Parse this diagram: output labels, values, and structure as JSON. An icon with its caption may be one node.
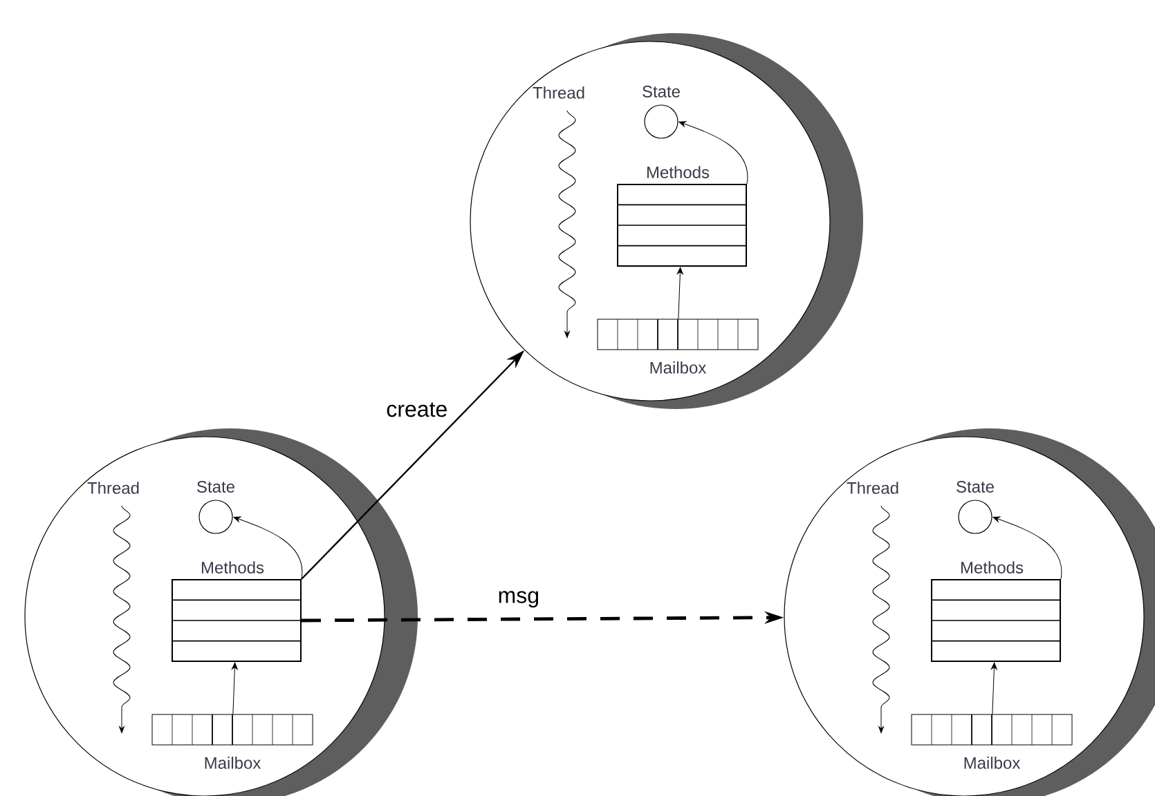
{
  "diagram": {
    "nodes": [
      {
        "text": [],
        "shape": "circle"
      },
      {
        "text": [
          "State"
        ],
        "in": 0
      },
      {
        "text": [
          "Methods"
        ],
        "in": 0
      },
      {
        "text": [
          "Mailbox"
        ],
        "in": 0
      },
      {
        "text": [],
        "shape": "circle"
      },
      {
        "text": [
          "State"
        ],
        "in": 4
      },
      {
        "text": [
          "Methods"
        ],
        "in": 4
      },
      {
        "text": [
          "Mailbox"
        ],
        "in": 4
      },
      {
        "text": [],
        "shape": "circle"
      },
      {
        "text": [
          "State"
        ],
        "in": 8
      },
      {
        "text": [
          "Methods"
        ],
        "in": 8
      },
      {
        "text": [
          "Mailbox"
        ],
        "in": 8
      }
    ],
    "edges": [
      {
        "from": 3,
        "to": 2,
        "arrow": "to"
      },
      {
        "from": 2,
        "to": 1,
        "arrow": "to"
      },
      {
        "from": 7,
        "to": 6,
        "arrow": "to"
      },
      {
        "from": 6,
        "to": 5,
        "arrow": "to"
      },
      {
        "from": 11,
        "to": 10,
        "arrow": "to"
      },
      {
        "from": 10,
        "to": 9,
        "arrow": "to"
      },
      {
        "from": 6,
        "to": 0,
        "arrow": "to",
        "label": "create"
      },
      {
        "from": 6,
        "to": 8,
        "arrow": "to",
        "label": "msg",
        "style": "dashed"
      }
    ],
    "labels": [
      "Thread",
      "Thread",
      "Thread"
    ]
  }
}
